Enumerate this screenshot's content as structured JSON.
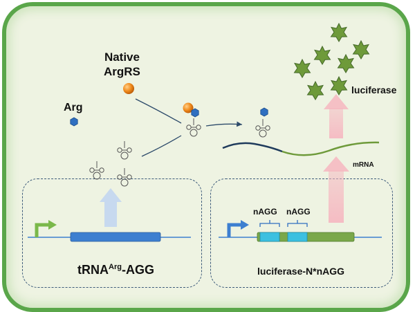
{
  "labels": {
    "native_line1": "Native",
    "native_line2": "ArgRS",
    "arg": "Arg",
    "luciferase": "luciferase",
    "mrna": "mRNA",
    "nagg_1": "nAGG",
    "nagg_2": "nAGG",
    "trna_base": "tRNA",
    "trna_sup": "Arg",
    "trna_suffix": "-AGG",
    "reporter": "luciferase-N*nAGG"
  },
  "colors": {
    "cell_border": "#5aa64a",
    "cell_fill": "#eef3e2",
    "star": "#6e9a3a",
    "argrs_ball": "#f08a1c",
    "arg_hexagon": "#2f6fc0",
    "trna_gene": "#3d7fd0",
    "luciferase_gene": "#7aa84a",
    "nagg_segment": "#3cc0e0",
    "promoter_left": "#7ab84a",
    "promoter_right": "#3d7fd0",
    "arrow_blue": "#c7d9ef",
    "arrow_pink": "#f6b6c0"
  },
  "icons": [
    "star-icon",
    "trna-icon",
    "hexagon-icon",
    "promoter-arrow-icon"
  ]
}
